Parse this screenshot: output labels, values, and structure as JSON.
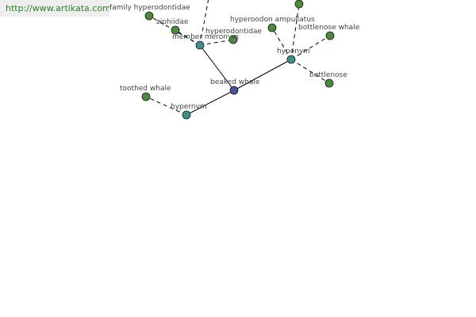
{
  "site": {
    "url_text": "http://www.artikata.com"
  },
  "colors": {
    "background": "#ffffff",
    "banner_background": "#eeeeee",
    "banner_text": "#2f7d2f",
    "center_node": "#4a4f9e",
    "relation_node": "#3f8c8c",
    "leaf_node": "#4a8a3a",
    "edge": "#000000",
    "label": "#444444"
  },
  "graph": {
    "center": {
      "id": "beaked-whale",
      "label": "beaked whale",
      "kind": "center"
    },
    "relations": [
      {
        "id": "hypernym",
        "label": "hypernym",
        "kind": "relation",
        "targets": [
          {
            "id": "toothed-whale",
            "label": "toothed whale",
            "kind": "leaf"
          }
        ]
      },
      {
        "id": "member-meronym",
        "label": "member meronym",
        "kind": "relation",
        "targets": [
          {
            "id": "family-hyperodontidae",
            "label": "family hyperodontidae",
            "kind": "leaf"
          },
          {
            "id": "ziphiidae",
            "label": "ziphiidae",
            "kind": "leaf"
          },
          {
            "id": "hyperodontidae",
            "label": "hyperodontidae",
            "kind": "leaf"
          },
          {
            "id": "meronym-offscreen",
            "label": "",
            "kind": "offscreen"
          }
        ]
      },
      {
        "id": "hyponym",
        "label": "hyponym",
        "kind": "relation",
        "targets": [
          {
            "id": "hyperoodon-ampullatus",
            "label": "hyperoodon ampullatus",
            "kind": "leaf"
          },
          {
            "id": "bottlenose-whale",
            "label": "bottlenose whale",
            "kind": "leaf"
          },
          {
            "id": "bottlenose",
            "label": "bottlenose",
            "kind": "leaf"
          },
          {
            "id": "hyponym-top-leaf",
            "label": "",
            "kind": "leaf"
          }
        ]
      }
    ]
  }
}
